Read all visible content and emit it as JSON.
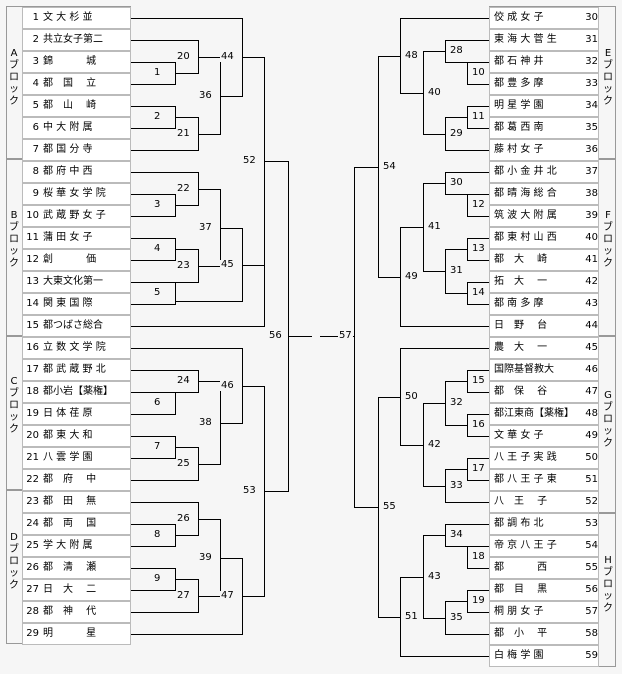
{
  "blocks": {
    "A": "Aブロック",
    "B": "Bブロック",
    "C": "Cブロック",
    "D": "Dブロック",
    "E": "Eブロック",
    "F": "Fブロック",
    "G": "Gブロック",
    "H": "Hブロック"
  },
  "left_teams": [
    {
      "num": "1",
      "name": "文 大 杉 並"
    },
    {
      "num": "2",
      "name": "共立女子第二"
    },
    {
      "num": "3",
      "name": "錦　　　 城"
    },
    {
      "num": "4",
      "name": "都　国　 立"
    },
    {
      "num": "5",
      "name": "都　山　 崎"
    },
    {
      "num": "6",
      "name": "中 大 附 属"
    },
    {
      "num": "7",
      "name": "都 国 分 寺"
    },
    {
      "num": "8",
      "name": "都 府 中 西"
    },
    {
      "num": "9",
      "name": "桜 華 女 学 院"
    },
    {
      "num": "10",
      "name": "武 蔵 野 女 子"
    },
    {
      "num": "11",
      "name": "蒲 田 女 子"
    },
    {
      "num": "12",
      "name": "創　　　 価"
    },
    {
      "num": "13",
      "name": "大東文化第一"
    },
    {
      "num": "14",
      "name": "関 東 国 際"
    },
    {
      "num": "15",
      "name": "都つばさ総合"
    },
    {
      "num": "16",
      "name": "立 数 文 学 院"
    },
    {
      "num": "17",
      "name": "都 武 蔵 野 北"
    },
    {
      "num": "18",
      "name": "都小岩【薬権】"
    },
    {
      "num": "19",
      "name": "日 体 荏 原"
    },
    {
      "num": "20",
      "name": "都 東 大 和"
    },
    {
      "num": "21",
      "name": "八 雲 学 園"
    },
    {
      "num": "22",
      "name": "都　府　 中"
    },
    {
      "num": "23",
      "name": "都　田　 無"
    },
    {
      "num": "24",
      "name": "都　両　 国"
    },
    {
      "num": "25",
      "name": "学 大 附 属"
    },
    {
      "num": "26",
      "name": "都　清　 瀬"
    },
    {
      "num": "27",
      "name": "日　大　 二"
    },
    {
      "num": "28",
      "name": "都　神　 代"
    },
    {
      "num": "29",
      "name": "明　　　 星"
    }
  ],
  "right_teams": [
    {
      "num": "30",
      "name": "佼 成 女 子"
    },
    {
      "num": "31",
      "name": "東 海 大 菅 生"
    },
    {
      "num": "32",
      "name": "都 石 神 井"
    },
    {
      "num": "33",
      "name": "都 豊 多 摩"
    },
    {
      "num": "34",
      "name": "明 星 学 園"
    },
    {
      "num": "35",
      "name": "都 葛 西 南"
    },
    {
      "num": "36",
      "name": "藤 村 女 子"
    },
    {
      "num": "37",
      "name": "都 小 金 井 北"
    },
    {
      "num": "38",
      "name": "都 晴 海 総 合"
    },
    {
      "num": "39",
      "name": "筑 波 大 附 属"
    },
    {
      "num": "40",
      "name": "都 東 村 山 西"
    },
    {
      "num": "41",
      "name": "都　大　 崎"
    },
    {
      "num": "42",
      "name": "拓　大　 一"
    },
    {
      "num": "43",
      "name": "都 南 多 摩"
    },
    {
      "num": "44",
      "name": "日　野　 台"
    },
    {
      "num": "45",
      "name": "農　大　 一"
    },
    {
      "num": "46",
      "name": "国際基督教大"
    },
    {
      "num": "47",
      "name": "都　保　 谷"
    },
    {
      "num": "48",
      "name": "都江東商【薬権】"
    },
    {
      "num": "49",
      "name": "文 華 女 子"
    },
    {
      "num": "50",
      "name": "八 王 子 実 践"
    },
    {
      "num": "51",
      "name": "都 八 王 子 東"
    },
    {
      "num": "52",
      "name": "八　王　 子"
    },
    {
      "num": "53",
      "name": "都 調 布 北"
    },
    {
      "num": "54",
      "name": "帝 京 八 王 子"
    },
    {
      "num": "55",
      "name": "都　　　 西"
    },
    {
      "num": "56",
      "name": "都　目　 黒"
    },
    {
      "num": "57",
      "name": "桐 朋 女 子"
    },
    {
      "num": "58",
      "name": "都　小　 平"
    },
    {
      "num": "59",
      "name": "白 梅 学 園"
    }
  ],
  "games": {
    "g1": "1",
    "g2": "2",
    "g3": "3",
    "g4": "4",
    "g5": "5",
    "g6": "6",
    "g7": "7",
    "g8": "8",
    "g9": "9",
    "g10": "10",
    "g11": "11",
    "g12": "12",
    "g13": "13",
    "g14": "14",
    "g15": "15",
    "g16": "16",
    "g17": "17",
    "g18": "18",
    "g19": "19",
    "g20": "20",
    "g21": "21",
    "g22": "22",
    "g23": "23",
    "g24": "24",
    "g25": "25",
    "g26": "26",
    "g27": "27",
    "g28": "28",
    "g29": "29",
    "g30": "30",
    "g31": "31",
    "g32": "32",
    "g33": "33",
    "g34": "34",
    "g35": "35",
    "g36": "36",
    "g37": "37",
    "g38": "38",
    "g39": "39",
    "g40": "40",
    "g41": "41",
    "g42": "42",
    "g43": "43",
    "g44": "44",
    "g45": "45",
    "g46": "46",
    "g47": "47",
    "g48": "48",
    "g49": "49",
    "g50": "50",
    "g51": "51",
    "g52": "52",
    "g53": "53",
    "g54": "54",
    "g55": "55",
    "g56": "56",
    "g57": "57"
  }
}
